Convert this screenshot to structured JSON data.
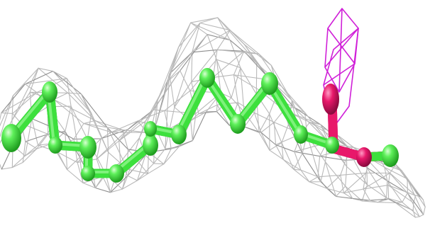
{
  "scene": {
    "description_visible_text": "",
    "colors": {
      "background": "#ffffff",
      "mesh": "#b9b9b9",
      "mesh_dark": "#8e8e8e",
      "carbon": "#3de03d",
      "carbon_dark": "#22a322",
      "carbon_light": "#b6ffb0",
      "oxygen": "#e8186a",
      "oxygen_dark": "#9e0c47",
      "ligand_cage": "#d020d8"
    },
    "icons": {
      "density_mesh": "electron-density-mesh",
      "molecule": "ball-and-stick-molecule",
      "cage": "ligand-density-cage"
    }
  }
}
